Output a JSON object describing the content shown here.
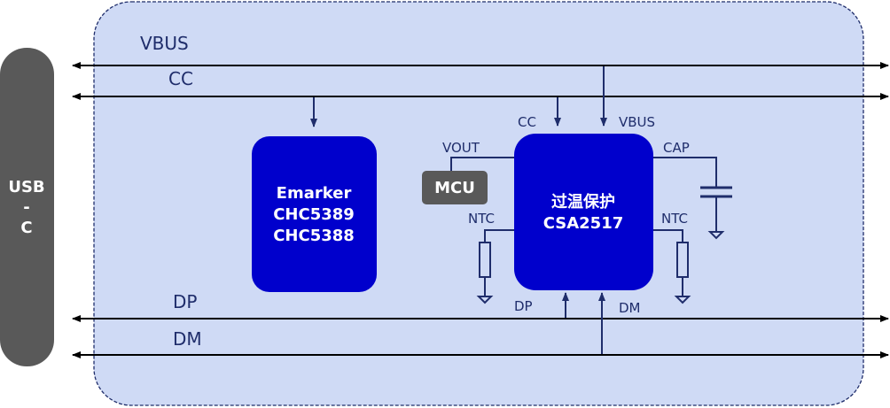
{
  "connector": {
    "lines": [
      "USB",
      "-",
      "C"
    ],
    "color": "#595959"
  },
  "board": {
    "fill": "#cfdaf5",
    "border": "#1f2d6b"
  },
  "buses": [
    {
      "id": "vbus",
      "label": "VBUS"
    },
    {
      "id": "cc",
      "label": "CC"
    },
    {
      "id": "dp",
      "label": "DP"
    },
    {
      "id": "dm",
      "label": "DM"
    }
  ],
  "emarker": {
    "lines": [
      "Emarker",
      "CHC5389",
      "CHC5388"
    ],
    "color": "#0000cc"
  },
  "protector": {
    "lines": [
      "过温保护",
      "CSA2517"
    ],
    "color": "#0000cc",
    "pins": {
      "cc": "CC",
      "vbus": "VBUS",
      "vout": "VOUT",
      "cap": "CAP",
      "ntc_left": "NTC",
      "ntc_right": "NTC",
      "dp": "DP",
      "dm": "DM"
    }
  },
  "mcu": {
    "label": "MCU",
    "color": "#595959"
  },
  "colors": {
    "wire": "#1f2d6b",
    "bus": "#000000"
  }
}
